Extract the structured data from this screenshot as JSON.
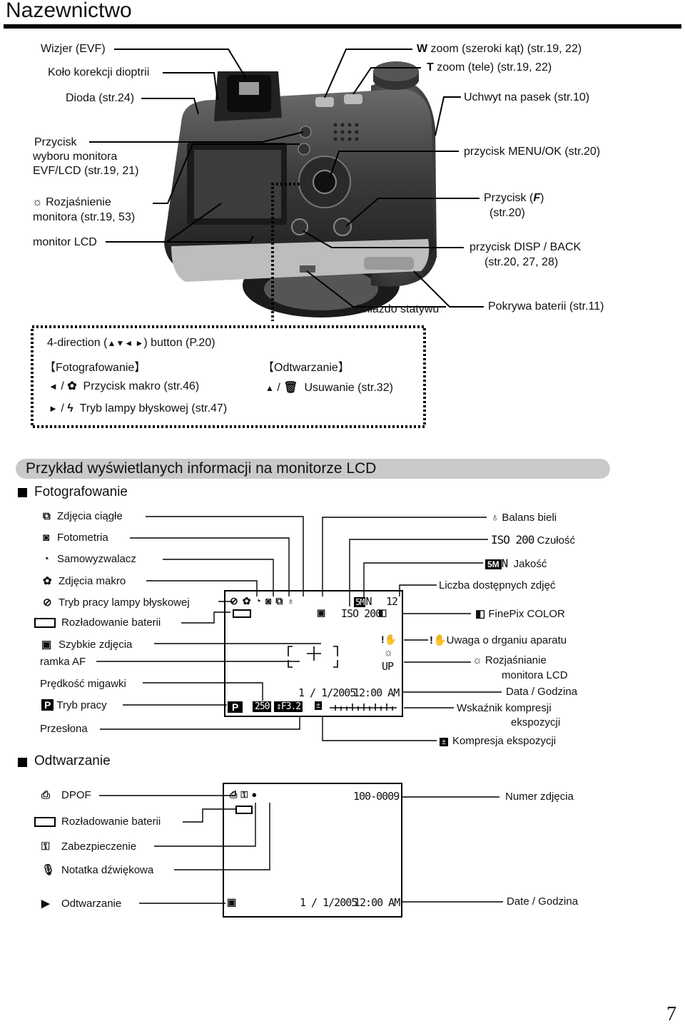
{
  "header": {
    "title": "Nazewnictwo"
  },
  "camera_callouts": {
    "evf": "Wizjer (EVF)",
    "diopter": "Koło korekcji dioptrii",
    "led": "Dioda (str.24)",
    "monitor_btn_1": "Przycisk",
    "monitor_btn_2": "wyboru monitora",
    "monitor_btn_3": "EVF/LCD (str.19, 21)",
    "brighten_1": "Rozjaśnienie",
    "brighten_2": "monitora (str.19, 53)",
    "lcd": "monitor LCD",
    "w_zoom_bold": "W",
    "w_zoom": " zoom (szeroki kąt)  (str.19, 22)",
    "t_zoom_bold": "T",
    "t_zoom": " zoom (tele)  (str.19, 22)",
    "strap": "Uchwyt na pasek (str.10)",
    "menu_ok": "przycisk MENU/OK (str.20)",
    "f_btn_1a": "Przycisk (",
    "f_btn_1b": ")",
    "f_btn_2": "(str.20)",
    "disp_1": "przycisk DISP / BACK",
    "disp_2": "(str.20, 27, 28)",
    "tripod": "Gniazdo statywu",
    "battery_cover": "Pokrywa baterii (str.11)"
  },
  "direction_box": {
    "title_a": "4-direction  (",
    "title_arrows": "▲▼◄ ►",
    "title_b": ") button (P.20)",
    "shooting_header": "【Fotografowanie】",
    "playback_header": "【Odtwarzanie】",
    "macro": "Przycisk makro (str.46)",
    "flash": "Tryb lampy błyskowej (str.47)",
    "delete": "Usuwanie (str.32)"
  },
  "example_bar": {
    "title": "Przykład wyświetlanych informacji na monitorze LCD"
  },
  "shooting": {
    "section": "Fotografowanie",
    "left_labels": [
      "Zdjęcia ciągłe",
      "Fotometria",
      "Samowyzwalacz",
      "Zdjęcia makro",
      "Tryb pracy lampy błyskowej",
      "Rozładowanie baterii",
      "Szybkie zdjęcia"
    ],
    "af_frame": "ramka AF",
    "shutter_speed": "Prędkość migawki",
    "mode_label": "Tryb pracy",
    "aperture": "Przesłona",
    "right_labels": {
      "wb": "Balans bieli",
      "iso_icon": "ISO 200",
      "iso": "Czułość",
      "quality_icon_m": "5M",
      "quality_icon_n": "N",
      "quality": "Jakość",
      "shots": "Liczba dostępnych zdjęć",
      "color": "FinePix COLOR",
      "shake": "Uwaga o drganiu aparatu",
      "brighten_1": "Rozjaśnianie",
      "brighten_2": "monitora LCD",
      "datetime": "Data / Godzina",
      "comp_ind_1": "Wskaźnik kompresji",
      "comp_ind_2": "ekspozycji",
      "comp": "Kompresja ekspozycji"
    },
    "screen": {
      "quality": "5M",
      "quality_n": "N",
      "shots": "12",
      "iso": "ISO 200",
      "up": "UP",
      "date": "1 / 1/2005",
      "time": "12:00 AM",
      "mode": "P",
      "shutter": "250",
      "aperture": "F3.2"
    }
  },
  "playback": {
    "section": "Odtwarzanie",
    "left_labels": [
      "DPOF",
      "Rozładowanie baterii",
      "Zabezpieczenie",
      "Notatka dźwiękowa",
      "Odtwarzanie"
    ],
    "frame_no_label": "Numer zdjęcia",
    "datetime": "Date / Godzina",
    "screen": {
      "frame_no": "100-0009",
      "date": "1 / 1/2005",
      "time": "12:00 AM"
    }
  },
  "footer": {
    "page_number": "7"
  }
}
